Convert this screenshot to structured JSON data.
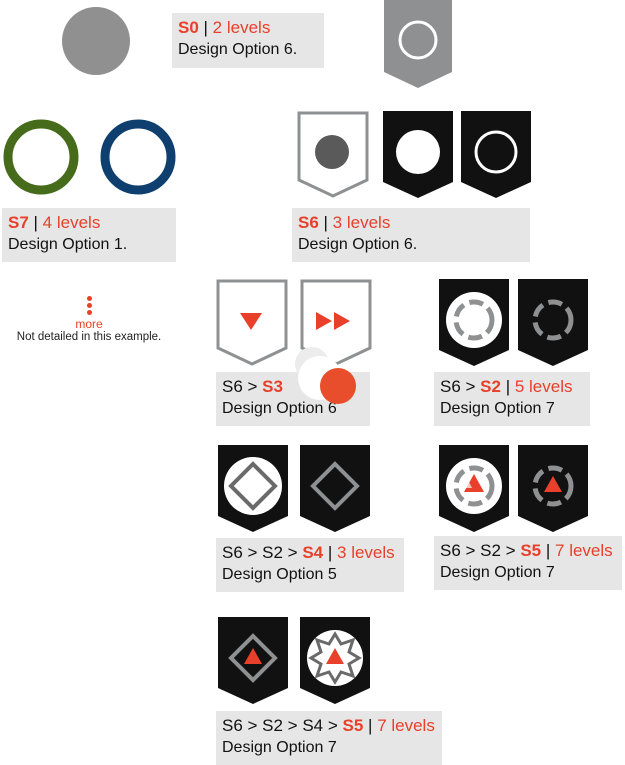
{
  "labels": {
    "s0": {
      "code": "S0",
      "sep": " | ",
      "levels": "2 levels",
      "design": "Design  Option 6."
    },
    "s7": {
      "code": "S7",
      "sep": " | ",
      "levels": "4 levels",
      "design": "Design  Option 1."
    },
    "s6": {
      "code": "S6",
      "sep": " | ",
      "levels": "3 levels",
      "design": "Design  Option 6."
    },
    "s3": {
      "prefix": "S6 > ",
      "code": "S3",
      "design": "Design Option 6"
    },
    "s2": {
      "prefix": "S6 > ",
      "code": "S2",
      "sep": " | ",
      "levels": "5 levels",
      "design": "Design Option 7"
    },
    "s4": {
      "prefix": "S6 > S2 > ",
      "code": "S4",
      "sep": " | ",
      "levels": "3 levels",
      "design": "Design Option 5"
    },
    "s5a": {
      "prefix": "S6 > S2 > ",
      "code": "S5",
      "sep": " | ",
      "levels": "7 levels",
      "design": "Design Option 7"
    },
    "s5b": {
      "prefix": "S6 > S2 > S4 > ",
      "code": "S5",
      "sep": " | ",
      "levels": "7 levels",
      "design": "Design Option 7"
    }
  },
  "more": {
    "label": "more",
    "note": "Not detailed in this example."
  },
  "colors": {
    "accent": "#e8402a",
    "dark": "#111111",
    "grey": "#8f9091",
    "label_bg": "#e6e6e6",
    "green": "#466b1b",
    "blue": "#0e3f6e"
  },
  "icons": [
    "circle-icon",
    "ring-icon",
    "play-icon",
    "fast-forward-icon",
    "diamond-icon",
    "emblem-icon"
  ]
}
